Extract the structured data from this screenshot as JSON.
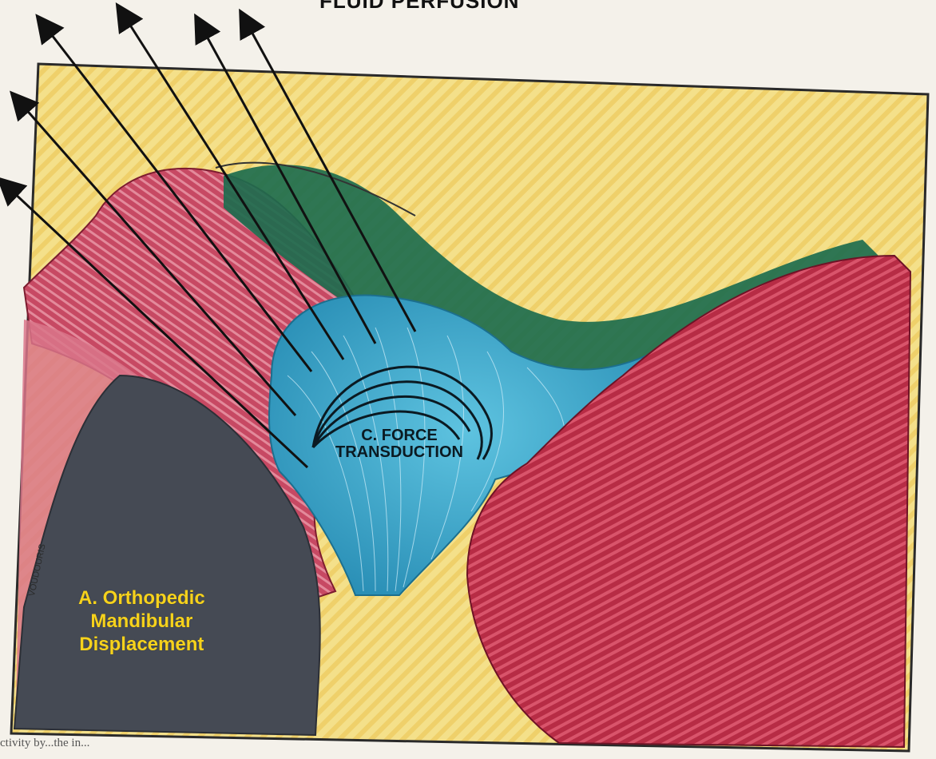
{
  "header": {
    "title": "FLUID PERFUSION"
  },
  "labels": {
    "a_line1": "A. Orthopedic",
    "a_line2": "Mandibular",
    "a_line3": "Displacement",
    "c_line1": "C. FORCE",
    "c_line2": "TRANSDUCTION"
  },
  "signature": "VOUDOURIS",
  "footer": {
    "caption": "ctivity by...the in..."
  },
  "colors": {
    "background_stripes": "#f2dc86",
    "muscle_red": "#b72c45",
    "bone_dark": "#454a54",
    "tissue_blue": "#3aa6c9",
    "tissue_green": "#1d6d4e",
    "label_yellow": "#f6d21c"
  }
}
